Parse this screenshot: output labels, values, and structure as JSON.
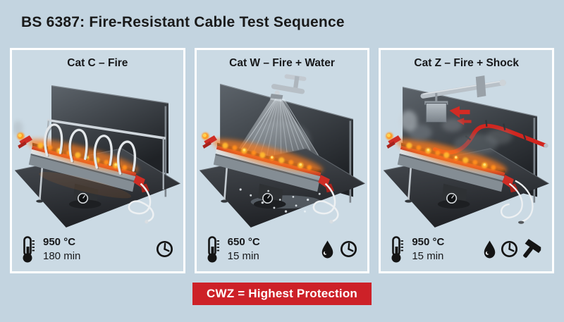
{
  "page": {
    "title": "BS 6387: Fire-Resistant Cable Test Sequence"
  },
  "colors": {
    "background": "#c3d4e0",
    "panel_background": "#cbdae4",
    "panel_border": "#ffffff",
    "title_text": "#1a1a1a",
    "banner_background": "#cd2128",
    "banner_text": "#ffffff",
    "flame_orange": "#ff8d1a",
    "flame_yellow": "#ffdf6e",
    "cable_red": "#d22b24",
    "rig_steel": "#cfd6dc",
    "backdrop_gray": "#3a4046",
    "icon_black": "#141414"
  },
  "panels": [
    {
      "title": "Cat C – Fire",
      "illustration": "fire-test-rig-with-cable-loops",
      "temperature": "950 °C",
      "duration": "180 min",
      "icons": [
        "thermometer-icon",
        "clock-icon"
      ]
    },
    {
      "title": "Cat W – Fire + Water",
      "illustration": "fire-test-rig-with-water-spray",
      "temperature": "650 °C",
      "duration": "15 min",
      "icons": [
        "thermometer-icon",
        "water-drop-icon",
        "clock-icon"
      ]
    },
    {
      "title": "Cat Z – Fire + Shock",
      "illustration": "fire-test-rig-with-impact-hammer",
      "temperature": "950 °C",
      "duration": "15 min",
      "icons": [
        "thermometer-icon",
        "water-drop-icon",
        "clock-icon",
        "hammer-icon"
      ]
    }
  ],
  "banner": {
    "label": "CWZ = Highest Protection"
  }
}
